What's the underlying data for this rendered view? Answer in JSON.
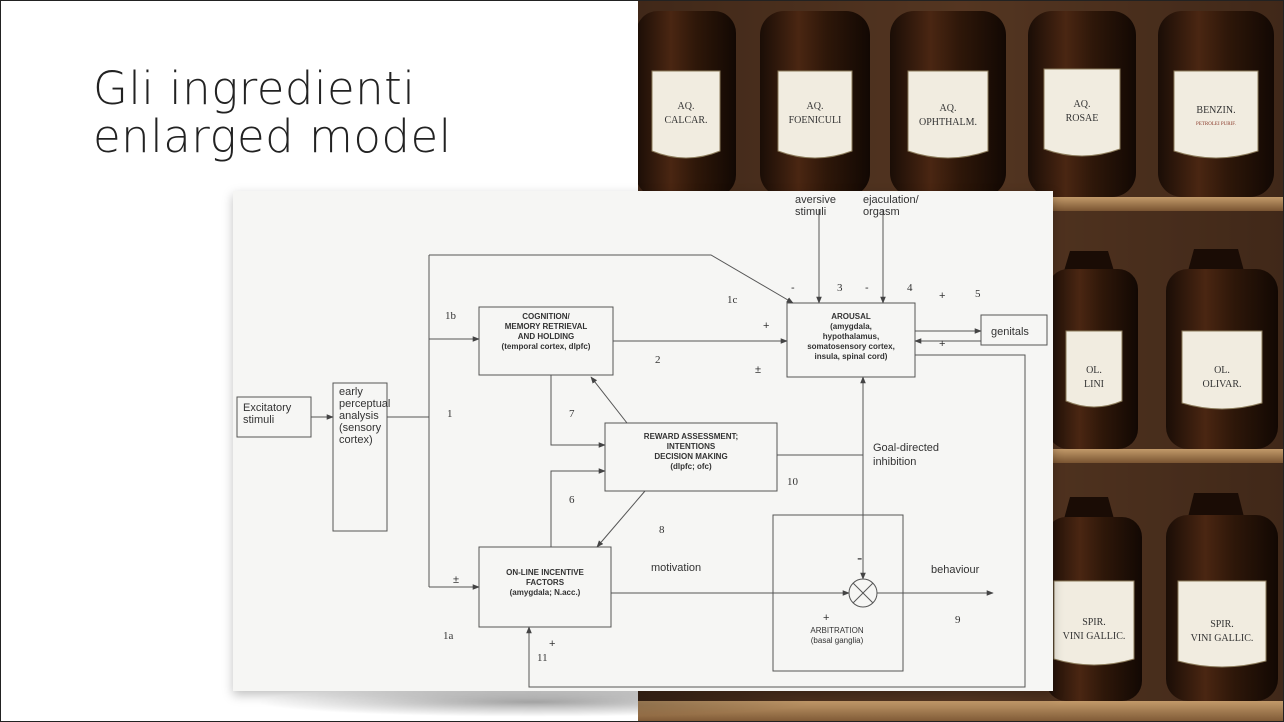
{
  "slide": {
    "title_line1": "Gli ingredienti",
    "title_line2": "enlarged model"
  },
  "bottles": [
    {
      "line1": "AQ.",
      "line2": "CALCAR."
    },
    {
      "line1": "AQ.",
      "line2": "FOENICULI"
    },
    {
      "line1": "AQ.",
      "line2": "OPHTHALM."
    },
    {
      "line1": "AQ.",
      "line2": "ROSAE"
    },
    {
      "line1": "BENZIN.",
      "line2": "PETROLEI PURIF."
    },
    {
      "line1": "OL.",
      "line2": "LINI"
    },
    {
      "line1": "OL.",
      "line2": "OLIVAR."
    },
    {
      "line1": "SPIR.",
      "line2": "VINI GALLIC."
    },
    {
      "line1": "SPIR.",
      "line2": "VINI GALLIC."
    }
  ],
  "diagram": {
    "excitatory": [
      "Excitatory",
      "stimuli"
    ],
    "early": [
      "early",
      "perceptual",
      "analysis",
      "(sensory",
      "cortex)"
    ],
    "cognition": [
      "COGNITION/",
      "MEMORY RETRIEVAL",
      "AND HOLDING",
      "(temporal cortex, dlpfc)"
    ],
    "reward": [
      "REWARD ASSESSMENT;",
      "INTENTIONS",
      "DECISION MAKING",
      "(dlpfc; ofc)"
    ],
    "online": [
      "ON-LINE INCENTIVE",
      "FACTORS",
      "(amygdala; N.acc.)"
    ],
    "arousal": [
      "AROUSAL",
      "(amygdala,",
      "hypothalamus,",
      "somatosensory cortex,",
      "insula, spinal cord)"
    ],
    "genitals": "genitals",
    "aversive": [
      "aversive",
      "stimuli"
    ],
    "ejaculation": [
      "ejaculation/",
      "orgasm"
    ],
    "goal": [
      "Goal-directed",
      "inhibition"
    ],
    "motivation": "motivation",
    "behaviour": "behaviour",
    "arbitration": [
      "ARBITRATION",
      "(basal ganglia)"
    ],
    "labels": {
      "l1": "1",
      "l1a": "1a",
      "l1b": "1b",
      "l1c": "1c",
      "l2": "2",
      "l3": "3",
      "l4": "4",
      "l5": "5",
      "l6": "6",
      "l7": "7",
      "l8": "8",
      "l9": "9",
      "l10": "10",
      "l11": "11"
    },
    "signs": {
      "minus": "-",
      "plus": "+",
      "plusminus": "±"
    }
  }
}
